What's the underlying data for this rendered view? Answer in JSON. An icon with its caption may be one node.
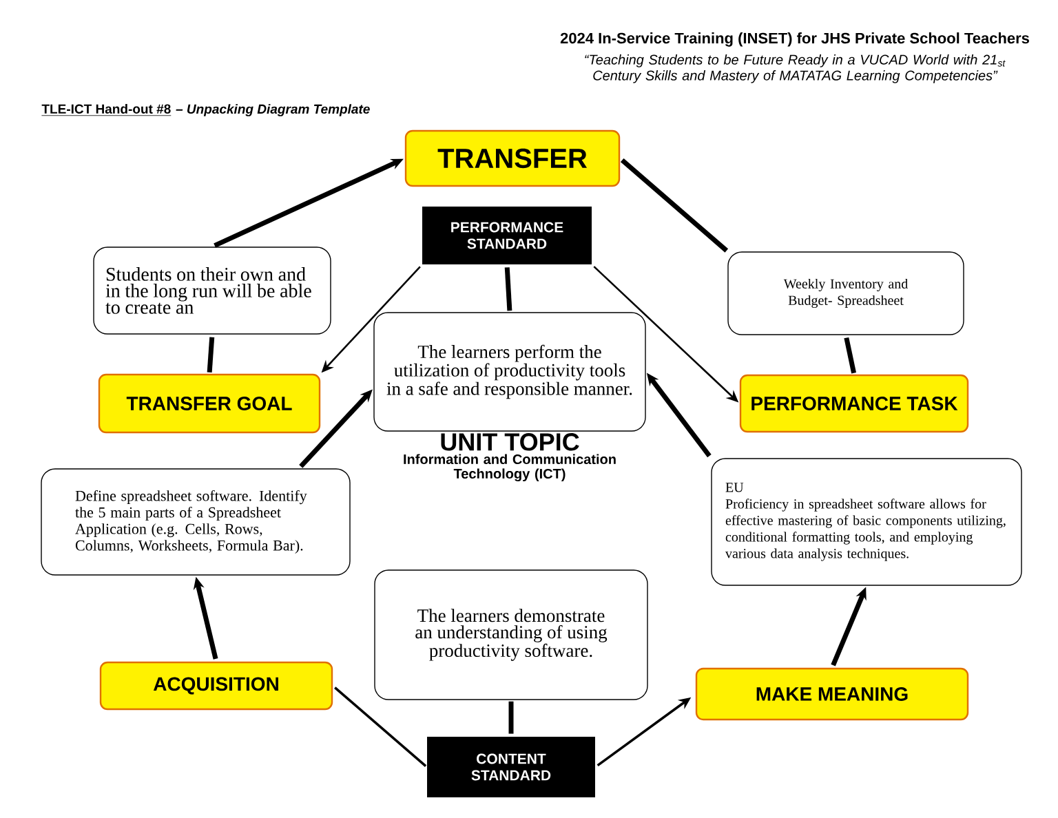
{
  "diagram": {
    "title": "2024 In-Service Training (INSET) for JHS Private School Teachers",
    "nodes": [
      {
        "text": [
          "TRANSFER"
        ]
      },
      {
        "text": [
          "PERFORMANCE STANDARD"
        ]
      },
      {
        "text": [
          "Students on their own and in the long run will be able to create an"
        ]
      },
      {
        "text": [
          "Weekly Inventory and Budget- Spreadsheet"
        ]
      },
      {
        "text": [
          "TRANSFER GOAL"
        ]
      },
      {
        "text": [
          "The learners perform the utilization of productivity tools in a safe and responsible manner."
        ],
        "beside": [
          "UNIT TOPIC",
          "Information and Communication Technology (ICT)"
        ]
      },
      {
        "text": [
          "PERFORMANCE TASK"
        ]
      },
      {
        "text": [
          "Define spreadsheet software. Identify the 5 main parts of a Spreadsheet Application (e.g. Cells, Rows, Columns, Worksheets, Formula Bar)."
        ]
      },
      {
        "text": [
          "EU",
          "Proficiency in spreadsheet software allows for effective mastering of basic components utilizing, conditional formatting tools, and employing various data analysis techniques."
        ]
      },
      {
        "text": [
          "The learners demonstrate an understanding of using productivity software."
        ]
      },
      {
        "text": [
          "ACQUISITION"
        ]
      },
      {
        "text": [
          "MAKE MEANING"
        ]
      },
      {
        "text": [
          "CONTENT STANDARD"
        ]
      }
    ],
    "edges": [
      {
        "from": 2,
        "to": 0,
        "arrow": "to"
      },
      {
        "from": 0,
        "to": 3,
        "arrow": "none"
      },
      {
        "from": 3,
        "to": 6,
        "arrow": "none"
      },
      {
        "from": 2,
        "to": 4,
        "arrow": "none"
      },
      {
        "from": 1,
        "to": 4,
        "arrow": "to"
      },
      {
        "from": 1,
        "to": 6,
        "arrow": "to"
      },
      {
        "from": 1,
        "to": 5,
        "arrow": "none"
      },
      {
        "from": 7,
        "to": 5,
        "arrow": "to"
      },
      {
        "from": 8,
        "to": 5,
        "arrow": "to"
      },
      {
        "from": 10,
        "to": 7,
        "arrow": "to"
      },
      {
        "from": 11,
        "to": 8,
        "arrow": "to"
      },
      {
        "from": 10,
        "to": 12,
        "arrow": "none"
      },
      {
        "from": 12,
        "to": 11,
        "arrow": "to"
      },
      {
        "from": 12,
        "to": 9,
        "arrow": "none"
      }
    ],
    "labels": [
      "“Teaching Students to be Future Ready in a VUCAD World with 21$_{st}$ Century Skills and Mastery of MATATAG Learning Competencies”",
      "TLE-ICT Hand-out #8",
      "– Unpacking Diagram Template"
    ]
  }
}
